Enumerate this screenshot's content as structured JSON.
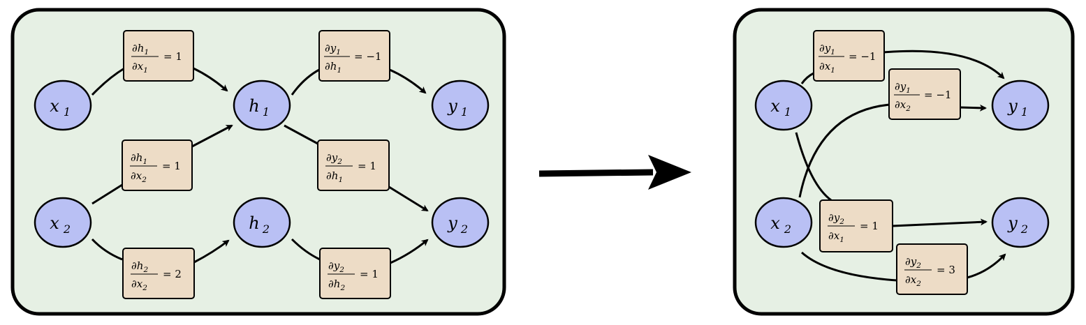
{
  "colors": {
    "panel_fill": "#e6f0e4",
    "panel_stroke": "#000000",
    "node_fill": "#b9c0f4",
    "node_stroke": "#000000",
    "label_fill": "#eddcc6",
    "label_stroke": "#000000",
    "edge": "#000000"
  },
  "left_graph": {
    "nodes": {
      "x1": {
        "base": "x",
        "sub": "1"
      },
      "x2": {
        "base": "x",
        "sub": "2"
      },
      "h1": {
        "base": "h",
        "sub": "1"
      },
      "h2": {
        "base": "h",
        "sub": "2"
      },
      "y1": {
        "base": "y",
        "sub": "1"
      },
      "y2": {
        "base": "y",
        "sub": "2"
      }
    },
    "edges": {
      "dh1_dx1": {
        "num": "h",
        "num_sub": "1",
        "den": "x",
        "den_sub": "1",
        "value": "1"
      },
      "dh1_dx2": {
        "num": "h",
        "num_sub": "1",
        "den": "x",
        "den_sub": "2",
        "value": "1"
      },
      "dh2_dx2": {
        "num": "h",
        "num_sub": "2",
        "den": "x",
        "den_sub": "2",
        "value": "2"
      },
      "dy1_dh1": {
        "num": "y",
        "num_sub": "1",
        "den": "h",
        "den_sub": "1",
        "value": "−1"
      },
      "dy2_dh1": {
        "num": "y",
        "num_sub": "2",
        "den": "h",
        "den_sub": "1",
        "value": "1"
      },
      "dy2_dh2": {
        "num": "y",
        "num_sub": "2",
        "den": "h",
        "den_sub": "2",
        "value": "1"
      }
    }
  },
  "right_graph": {
    "nodes": {
      "x1": {
        "base": "x",
        "sub": "1"
      },
      "x2": {
        "base": "x",
        "sub": "2"
      },
      "y1": {
        "base": "y",
        "sub": "1"
      },
      "y2": {
        "base": "y",
        "sub": "2"
      }
    },
    "edges": {
      "dy1_dx1": {
        "num": "y",
        "num_sub": "1",
        "den": "x",
        "den_sub": "1",
        "value": "−1"
      },
      "dy1_dx2": {
        "num": "y",
        "num_sub": "1",
        "den": "x",
        "den_sub": "2",
        "value": "−1"
      },
      "dy2_dx1": {
        "num": "y",
        "num_sub": "2",
        "den": "x",
        "den_sub": "1",
        "value": "1"
      },
      "dy2_dx2": {
        "num": "y",
        "num_sub": "2",
        "den": "x",
        "den_sub": "2",
        "value": "3"
      }
    }
  }
}
